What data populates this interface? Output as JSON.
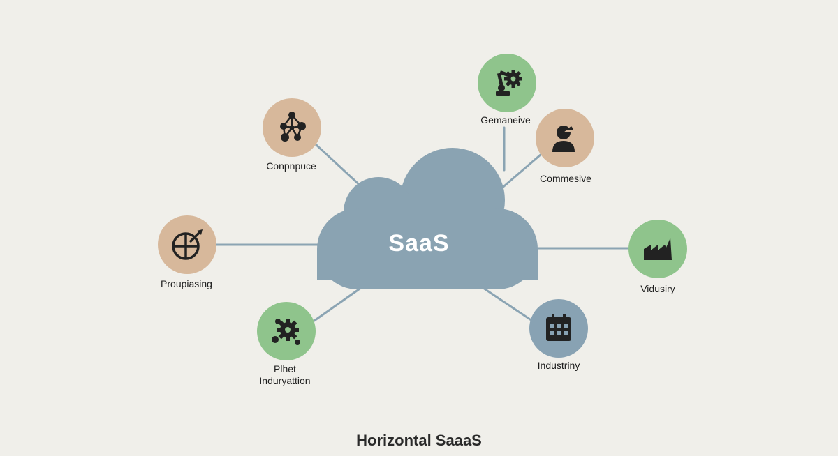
{
  "center": {
    "label": "SaaS",
    "color": "#8aa3b2"
  },
  "nodes": [
    {
      "id": "compute",
      "label": "Conpnpuce",
      "icon": "network-graph-icon",
      "color": "#d7b89b"
    },
    {
      "id": "generative",
      "label": "Gemaneive",
      "icon": "robot-arm-gear-icon",
      "color": "#8fc48c"
    },
    {
      "id": "commercial",
      "label": "Commesive",
      "icon": "person-pie-chart-icon",
      "color": "#d7b89b"
    },
    {
      "id": "processing",
      "label": "Proupiasing",
      "icon": "target-compass-icon",
      "color": "#d7b89b"
    },
    {
      "id": "vidusiry",
      "label": "Vidusiry",
      "icon": "factory-icon",
      "color": "#8fc48c"
    },
    {
      "id": "plant",
      "label_line1": "Plhet",
      "label_line2": "Induryattion",
      "icon": "gears-icon",
      "color": "#8fc48c"
    },
    {
      "id": "industry",
      "label": "Industriny",
      "icon": "calendar-building-icon",
      "color": "#88a2b3"
    }
  ],
  "footer": {
    "title": "Horizontal SaaaS"
  }
}
